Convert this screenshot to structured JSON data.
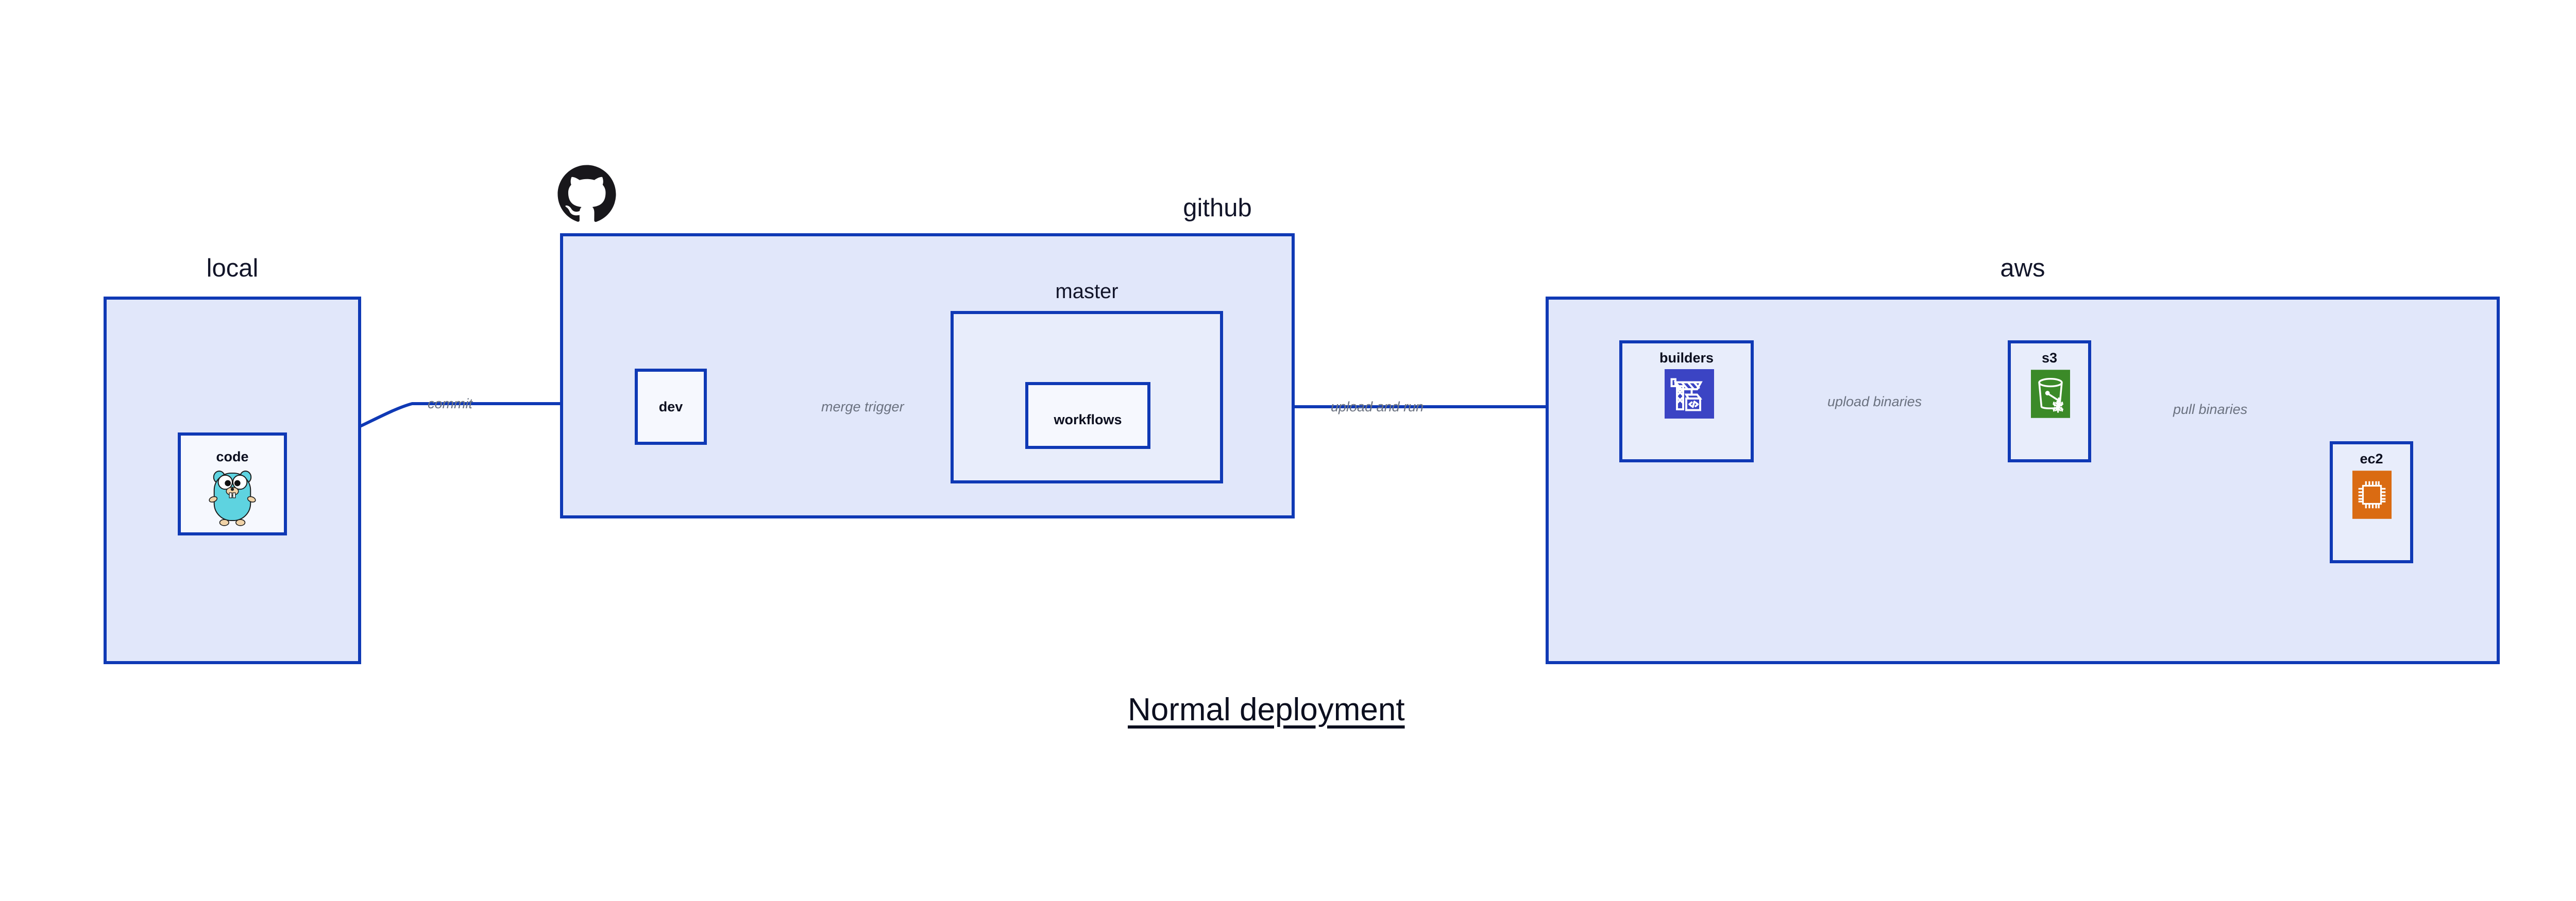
{
  "diagram": {
    "title": "Normal deployment",
    "accent_border": "#0f39b5",
    "group_fill": "#e1e7fa",
    "node_fill": "#e8edfb",
    "edge_label_color": "#6b7280",
    "text_color": "#0c0f1f"
  },
  "groups": [
    {
      "id": "local",
      "label": "local"
    },
    {
      "id": "github",
      "label": "github"
    },
    {
      "id": "aws",
      "label": "aws"
    }
  ],
  "subgroups": [
    {
      "id": "master",
      "label": "master",
      "parent": "github"
    }
  ],
  "nodes": [
    {
      "id": "code",
      "label": "code",
      "parent": "local",
      "icon": "go-gopher-icon"
    },
    {
      "id": "dev",
      "label": "dev",
      "parent": "github",
      "icon": null
    },
    {
      "id": "workflows",
      "label": "workflows",
      "parent": "master",
      "icon": null
    },
    {
      "id": "builders",
      "label": "builders",
      "parent": "aws",
      "icon": "aws-codebuild-icon"
    },
    {
      "id": "s3",
      "label": "s3",
      "parent": "aws",
      "icon": "aws-s3-bucket-icon"
    },
    {
      "id": "ec2",
      "label": "ec2",
      "parent": "aws",
      "icon": "aws-ec2-chip-icon"
    }
  ],
  "edges": [
    {
      "id": "code-to-dev",
      "from": "code",
      "to": "dev",
      "label": "commit"
    },
    {
      "id": "dev-to-workflows",
      "from": "dev",
      "to": "workflows",
      "label": "merge trigger"
    },
    {
      "id": "workflows-to-builders",
      "from": "workflows",
      "to": "builders",
      "label": "upload and run"
    },
    {
      "id": "builders-to-s3",
      "from": "builders",
      "to": "s3",
      "label": "upload binaries"
    },
    {
      "id": "s3-to-ec2",
      "from": "s3",
      "to": "ec2",
      "label": "pull binaries"
    }
  ],
  "icons": {
    "github_logo": "github-mark-icon",
    "go_gopher": "go-gopher-icon",
    "codebuild": "aws-codebuild-icon",
    "s3": "aws-s3-bucket-icon",
    "ec2": "aws-ec2-chip-icon"
  },
  "colors": {
    "github_logo": "#18171b",
    "gopher_body": "#5ed3e0",
    "codebuild_bg": "#3b44c4",
    "s3_bg": "#3b8a28",
    "ec2_bg": "#da6b12"
  }
}
